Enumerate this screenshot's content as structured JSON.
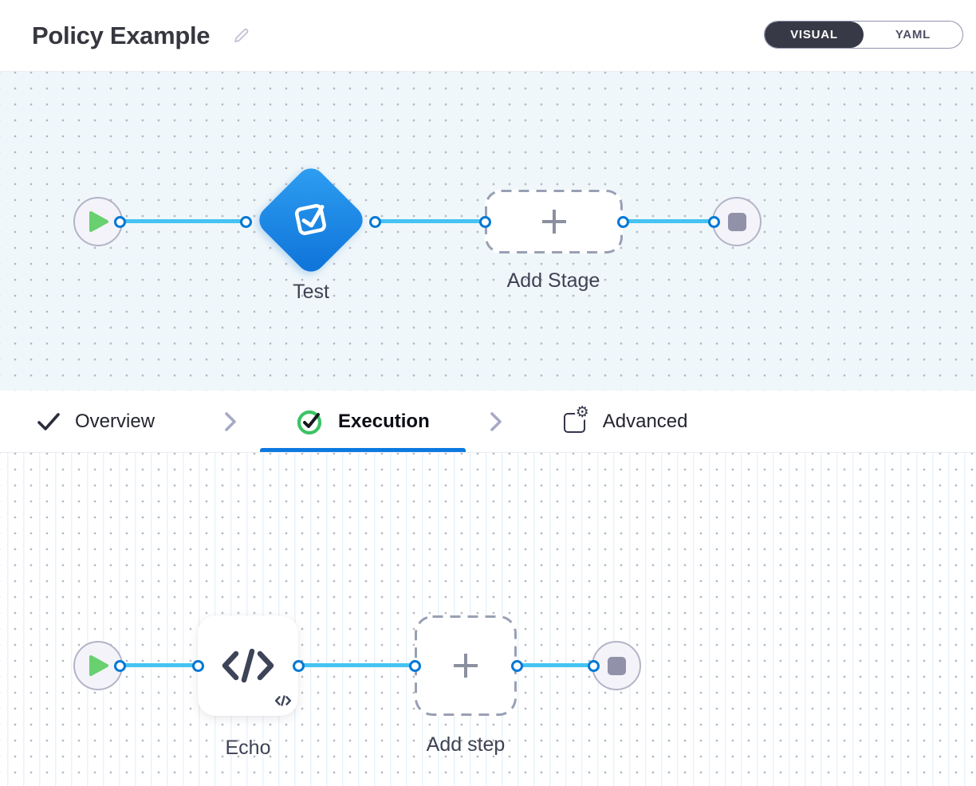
{
  "header": {
    "title": "Policy Example",
    "edit_icon": "pencil-icon",
    "view_toggle": {
      "options": [
        "VISUAL",
        "YAML"
      ],
      "selected": "VISUAL"
    }
  },
  "stage_canvas": {
    "start_node": "play",
    "end_node": "stop",
    "nodes": [
      {
        "type": "stage-diamond",
        "icon": "test-check-icon",
        "label": "Test"
      },
      {
        "type": "add-stage-button",
        "icon": "plus-icon",
        "label": "Add Stage"
      }
    ]
  },
  "tabs": {
    "active": "Execution",
    "items": [
      {
        "label": "Overview",
        "icon": "check-icon",
        "state": "done"
      },
      {
        "label": "Execution",
        "icon": "check-circle-icon",
        "state": "active"
      },
      {
        "label": "Advanced",
        "icon": "advanced-gear-icon",
        "state": "default"
      }
    ]
  },
  "step_canvas": {
    "start_node": "play",
    "end_node": "stop",
    "nodes": [
      {
        "type": "step-card",
        "icon": "code-icon",
        "badge_icon": "code-badge-icon",
        "label": "Echo"
      },
      {
        "type": "add-step-button",
        "icon": "plus-icon",
        "label": "Add step"
      }
    ]
  },
  "colors": {
    "accent_blue": "#0b79e0",
    "connector_blue": "#45c3f1",
    "port_blue": "#0278d5",
    "stage_gradient_start": "#2f9ff2",
    "stage_gradient_end": "#0d72d8",
    "success_green": "#3cc365",
    "play_green": "#68d06f",
    "dark": "#383946"
  }
}
